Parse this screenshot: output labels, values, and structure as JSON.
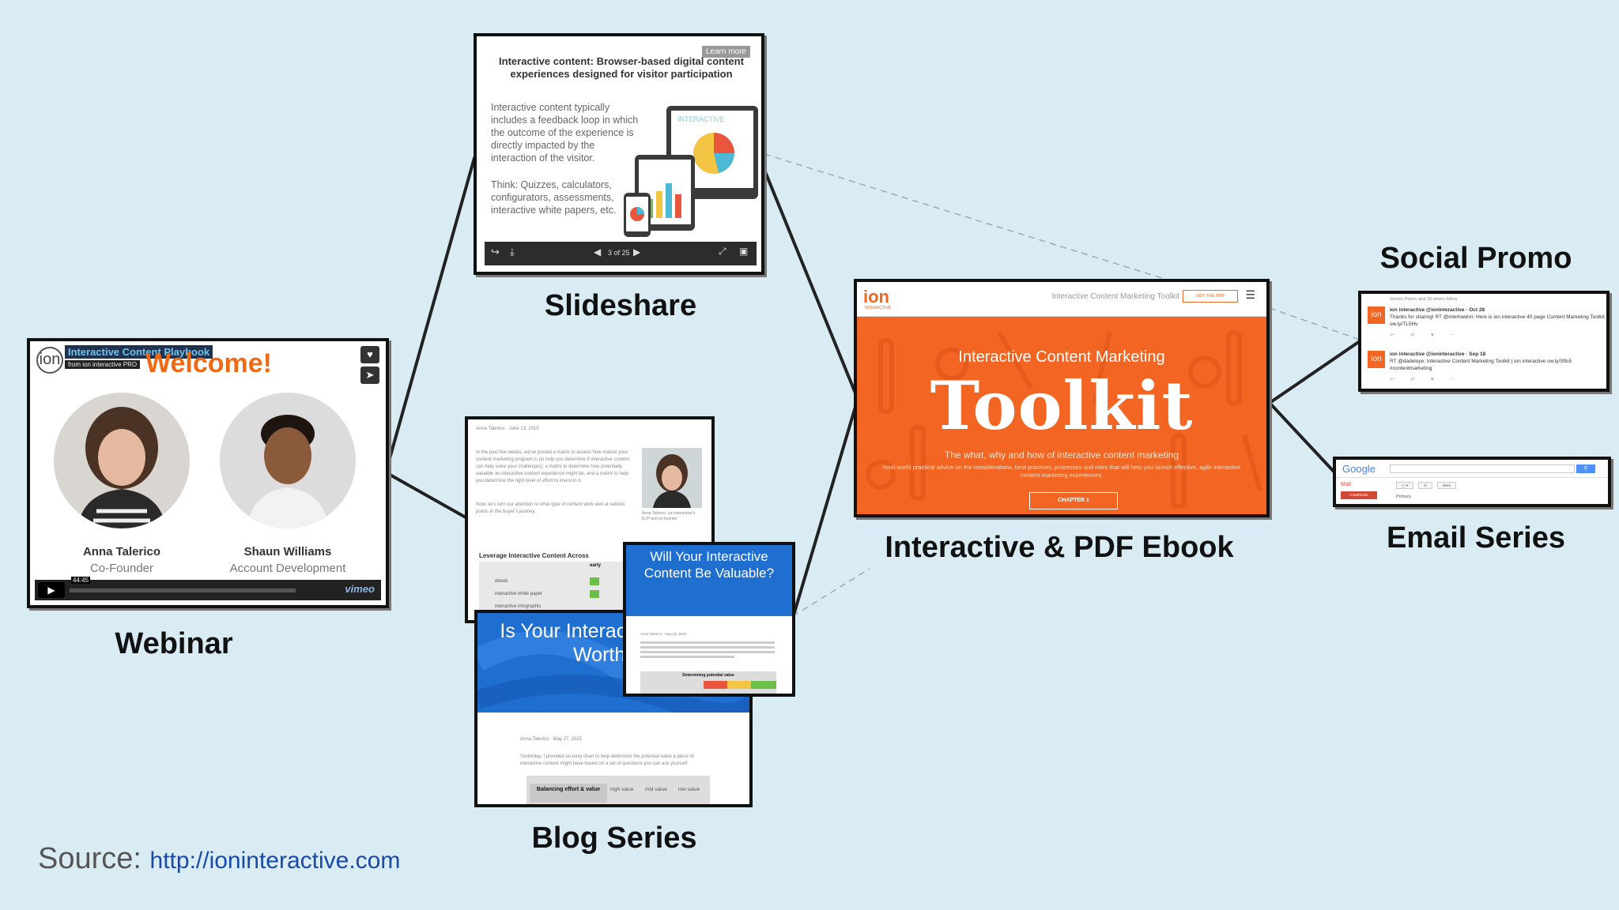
{
  "captions": {
    "webinar": "Webinar",
    "slideshare": "Slideshare",
    "blog": "Blog Series",
    "ebook": "Interactive & PDF Ebook",
    "social": "Social Promo",
    "email": "Email Series"
  },
  "source": {
    "label": "Source:",
    "url": "http://ioninteractive.com"
  },
  "webinar": {
    "logo": "ion",
    "banner": "Interactive Content Playbook",
    "from": "from ion interactive  PRO",
    "welcome": "Welcome!",
    "presenters": [
      {
        "name": "Anna Talerico",
        "role": "Co-Founder"
      },
      {
        "name": "Shaun Williams",
        "role": "Account Development"
      }
    ],
    "time": "44:45",
    "player": "vimeo"
  },
  "slideshare": {
    "title": "Interactive content: Browser-based digital content experiences designed for visitor participation",
    "learn_more": "Learn more",
    "para1": "Interactive content typically includes a feedback loop in which the outcome of the experience is directly impacted by the interaction of the visitor.",
    "para2": "Think: Quizzes, calculators, configurators, assessments, interactive white papers, etc.",
    "device_label": "INTERACTIVE",
    "slide_counter": "3 of 25"
  },
  "blog": {
    "post1_byline": "Anna Talerico  ·  June 13, 2015",
    "post1_body": "In the past few weeks, we've posted a matrix to assess how mature your content marketing program is (to help you determine if interactive content can help solve your challenges), a matrix to determine how potentially valuable an interactive content experience might be, and a matrix to help you determine the right level of effort to invest in it.",
    "post1_body2": "Now, let's turn our attention to what type of content work well at various points in the buyer's journey.",
    "post1_caption": "Anna Talerico, ion interactive's EVP and co-founder",
    "post1_table_title": "Leverage Interactive Content Across",
    "post1_table_col": "early",
    "post1_rows": [
      "ebook",
      "interactive white paper",
      "interactive infographic"
    ],
    "post2_heading": "Is Your Interactive Content Worth the",
    "post2_byline": "Anna Talerico  ·  May 27, 2015",
    "post2_body": "Yesterday, I provided an easy chart to help determine the potential value a piece of interactive content might have based on a set of questions you can ask yourself.",
    "post2_table": [
      "Balancing effort & value",
      "high value",
      "mid value",
      "low value"
    ],
    "post3_heading": "Will Your Interactive Content Be Valuable?",
    "post3_byline": "Anna Talerico  ·  May 26, 2015",
    "post3_table": "Determining potential value"
  },
  "ebook": {
    "logo": "ion",
    "logo_sub": "INTERACTIVE",
    "nav": "Interactive Content Marketing Toolkit",
    "get_pdf": "GET THE PDF",
    "title_small": "Interactive Content Marketing",
    "title_big": "Toolkit",
    "tagline": "The what, why and how of interactive content marketing",
    "description": "Real-world practical advice on the considerations, best practices, processes and roles that will help you launch effective, agile interactive content marketing experiences.",
    "chapter": "CHAPTER 1"
  },
  "social": {
    "header": "Steven Peters and 29 others follow",
    "tweets": [
      {
        "user": "ion interactive  @ioninteractive · Oct 28",
        "text": "Thanks for sharing! RT @interlowinn: Here is ion interactive 40 page Content Marketing Toolkit ow.ly/TL5Hv"
      },
      {
        "user": "ion interactive  @ioninteractive · Sep 18",
        "text": "RT @dadeloye: Interactive Content Marketing Toolkit | ion interactive ow.ly/Sfts5 #contentmarketing"
      }
    ]
  },
  "email": {
    "google": "Google",
    "mail": "Mail",
    "compose": "COMPOSE",
    "more": "More",
    "inbox": "Primary"
  },
  "colors": {
    "background": "#daecf3",
    "ion_orange": "#f26522",
    "blog_blue": "#1f6fd1",
    "link": "#1a4aa8"
  }
}
